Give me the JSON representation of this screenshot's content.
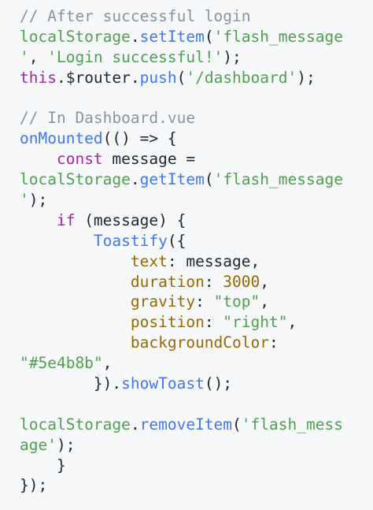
{
  "theme": {
    "background": "#f6f8fa",
    "plain": "#24292e",
    "comment": "#8b949e",
    "keyword": "#a626a4",
    "function": "#4078f2",
    "string": "#50a14f",
    "number": "#986801",
    "property": "#986801"
  },
  "code": {
    "lines": [
      [
        {
          "t": "// After successful login",
          "k": "comment"
        }
      ],
      [
        {
          "t": "localStorage",
          "k": "string"
        },
        {
          "t": ".",
          "k": "plain"
        },
        {
          "t": "setItem",
          "k": "function"
        },
        {
          "t": "(",
          "k": "plain"
        },
        {
          "t": "'flash_message",
          "k": "string"
        }
      ],
      [
        {
          "t": "'",
          "k": "string"
        },
        {
          "t": ", ",
          "k": "plain"
        },
        {
          "t": "'Login successful!'",
          "k": "string"
        },
        {
          "t": ");",
          "k": "plain"
        }
      ],
      [
        {
          "t": "this",
          "k": "keyword"
        },
        {
          "t": ".$router.",
          "k": "plain"
        },
        {
          "t": "push",
          "k": "function"
        },
        {
          "t": "(",
          "k": "plain"
        },
        {
          "t": "'/dashboard'",
          "k": "string"
        },
        {
          "t": ");",
          "k": "plain"
        }
      ],
      [],
      [
        {
          "t": "// In Dashboard.vue",
          "k": "comment"
        }
      ],
      [
        {
          "t": "onMounted",
          "k": "function"
        },
        {
          "t": "(() => {",
          "k": "plain"
        }
      ],
      [
        {
          "t": "    ",
          "k": "plain"
        },
        {
          "t": "const",
          "k": "keyword"
        },
        {
          "t": " message =",
          "k": "plain"
        }
      ],
      [
        {
          "t": "localStorage",
          "k": "string"
        },
        {
          "t": ".",
          "k": "plain"
        },
        {
          "t": "getItem",
          "k": "function"
        },
        {
          "t": "(",
          "k": "plain"
        },
        {
          "t": "'flash_message",
          "k": "string"
        }
      ],
      [
        {
          "t": "'",
          "k": "string"
        },
        {
          "t": ");",
          "k": "plain"
        }
      ],
      [
        {
          "t": "    ",
          "k": "plain"
        },
        {
          "t": "if",
          "k": "keyword"
        },
        {
          "t": " (message) {",
          "k": "plain"
        }
      ],
      [
        {
          "t": "        ",
          "k": "plain"
        },
        {
          "t": "Toastify",
          "k": "function"
        },
        {
          "t": "({",
          "k": "plain"
        }
      ],
      [
        {
          "t": "            ",
          "k": "plain"
        },
        {
          "t": "text",
          "k": "property"
        },
        {
          "t": ": message,",
          "k": "plain"
        }
      ],
      [
        {
          "t": "            ",
          "k": "plain"
        },
        {
          "t": "duration",
          "k": "property"
        },
        {
          "t": ": ",
          "k": "plain"
        },
        {
          "t": "3000",
          "k": "number"
        },
        {
          "t": ",",
          "k": "plain"
        }
      ],
      [
        {
          "t": "            ",
          "k": "plain"
        },
        {
          "t": "gravity",
          "k": "property"
        },
        {
          "t": ": ",
          "k": "plain"
        },
        {
          "t": "\"top\"",
          "k": "string"
        },
        {
          "t": ",",
          "k": "plain"
        }
      ],
      [
        {
          "t": "            ",
          "k": "plain"
        },
        {
          "t": "position",
          "k": "property"
        },
        {
          "t": ": ",
          "k": "plain"
        },
        {
          "t": "\"right\"",
          "k": "string"
        },
        {
          "t": ",",
          "k": "plain"
        }
      ],
      [
        {
          "t": "            ",
          "k": "plain"
        },
        {
          "t": "backgroundColor",
          "k": "property"
        },
        {
          "t": ":",
          "k": "plain"
        }
      ],
      [
        {
          "t": "\"#5e4b8b\"",
          "k": "string"
        },
        {
          "t": ",",
          "k": "plain"
        }
      ],
      [
        {
          "t": "        ",
          "k": "plain"
        },
        {
          "t": "}).",
          "k": "plain"
        },
        {
          "t": "showToast",
          "k": "function"
        },
        {
          "t": "();",
          "k": "plain"
        }
      ],
      [],
      [
        {
          "t": "localStorage",
          "k": "string"
        },
        {
          "t": ".",
          "k": "plain"
        },
        {
          "t": "removeItem",
          "k": "function"
        },
        {
          "t": "(",
          "k": "plain"
        },
        {
          "t": "'flash_mess",
          "k": "string"
        }
      ],
      [
        {
          "t": "age'",
          "k": "string"
        },
        {
          "t": ");",
          "k": "plain"
        }
      ],
      [
        {
          "t": "    }",
          "k": "plain"
        }
      ],
      [
        {
          "t": "});",
          "k": "plain"
        }
      ]
    ]
  }
}
